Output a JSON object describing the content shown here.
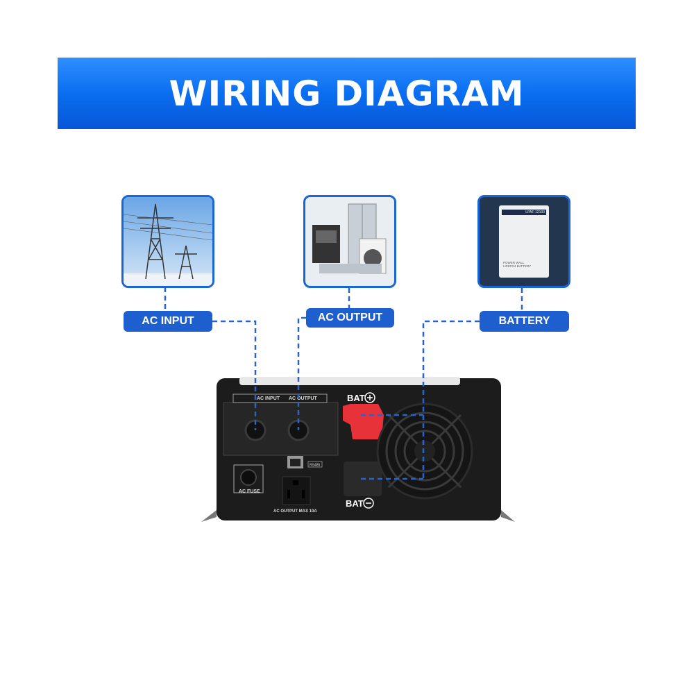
{
  "title": "WIRING DIAGRAM",
  "labels": {
    "ac_input": "AC INPUT",
    "ac_output": "AC OUTPUT",
    "battery": "BATTERY"
  },
  "battery_image": {
    "model": "LPAF-12100",
    "line1": "POWER WALL",
    "line2": "LIFEPO4 BATTERY"
  },
  "inverter": {
    "ac_input": "AC INPUT",
    "ac_output": "AC OUTPUT",
    "bat_pos": "BAT",
    "bat_neg": "BAT",
    "rs485": "RS485",
    "ac_fuse": "AC FUSE",
    "outlet_label": "AC OUTPUT  MAX 10A"
  },
  "colors": {
    "accent": "#1e5fd0",
    "wire": "#2a62c9",
    "red": "#e8323a"
  }
}
